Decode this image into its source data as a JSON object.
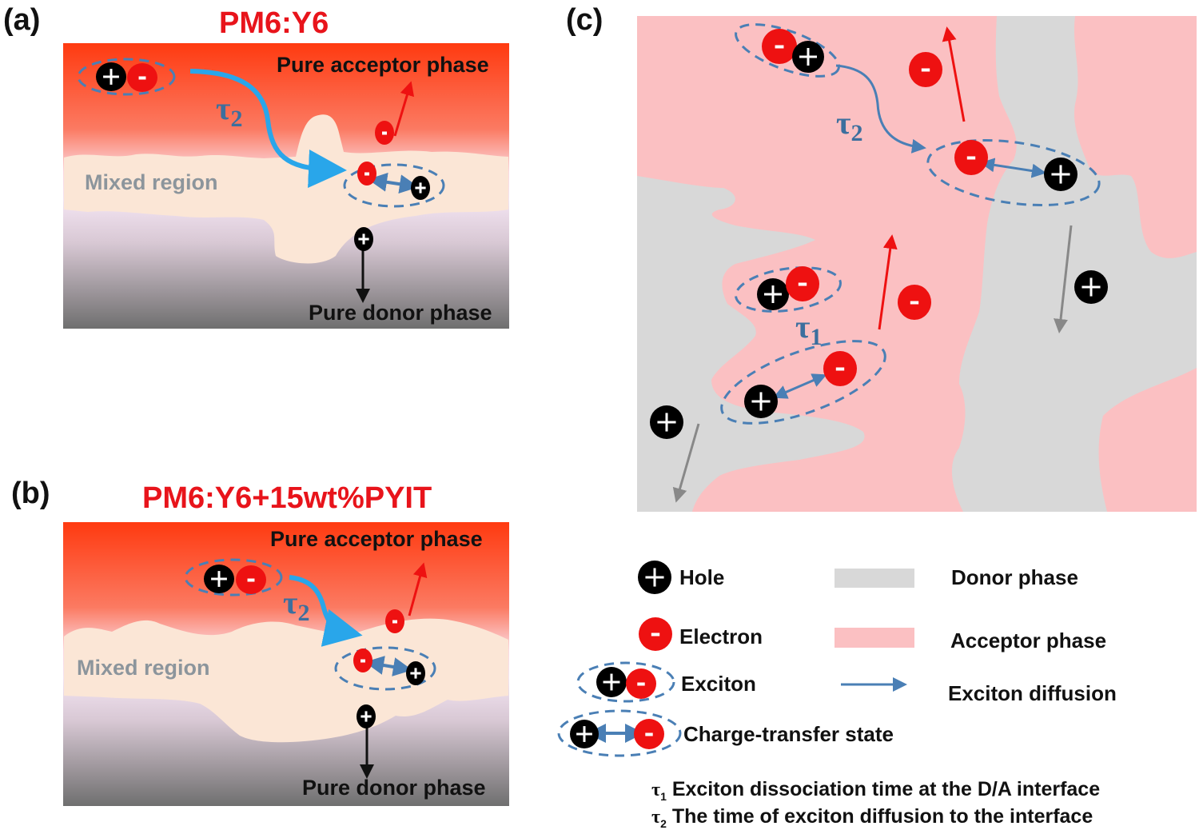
{
  "panel_a": {
    "label": "(a)",
    "title": "PM6:Y6",
    "acceptor_label": "Pure acceptor phase",
    "donor_label": "Pure donor phase",
    "mixed_label": "Mixed region",
    "tau": "τ",
    "tau_sub": "2"
  },
  "panel_b": {
    "label": "(b)",
    "title": "PM6:Y6+15wt%PYIT",
    "acceptor_label": "Pure acceptor phase",
    "donor_label": "Pure donor phase",
    "mixed_label": "Mixed region",
    "tau": "τ",
    "tau_sub": "2"
  },
  "panel_c": {
    "label": "(c)",
    "tau2": "τ",
    "tau2_sub": "2",
    "tau1": "τ",
    "tau1_sub": "1"
  },
  "legend": {
    "hole": "Hole",
    "electron": "Electron",
    "exciton": "Exciton",
    "ct_state": "Charge-transfer state",
    "donor_phase": "Donor phase",
    "acceptor_phase": "Acceptor phase",
    "exciton_diffusion": "Exciton diffusion",
    "tau1_symbol": "τ",
    "tau1_sub": "1",
    "tau1_desc": "Exciton dissociation time at the D/A interface",
    "tau2_symbol": "τ",
    "tau2_sub": "2",
    "tau2_desc": "The time of exciton diffusion to the interface"
  },
  "colors": {
    "acceptor_top": "#ff3b12",
    "donor_bottom": "#6e6e6e",
    "mixed_region": "#fbe6d6",
    "acceptor_phase": "#fbc0c2",
    "donor_phase": "#d8d8d8",
    "electron": "#ee1111",
    "hole": "#000000",
    "diffusion_arrow": "#4a7fb5",
    "tau_text": "#3c6f9e"
  }
}
